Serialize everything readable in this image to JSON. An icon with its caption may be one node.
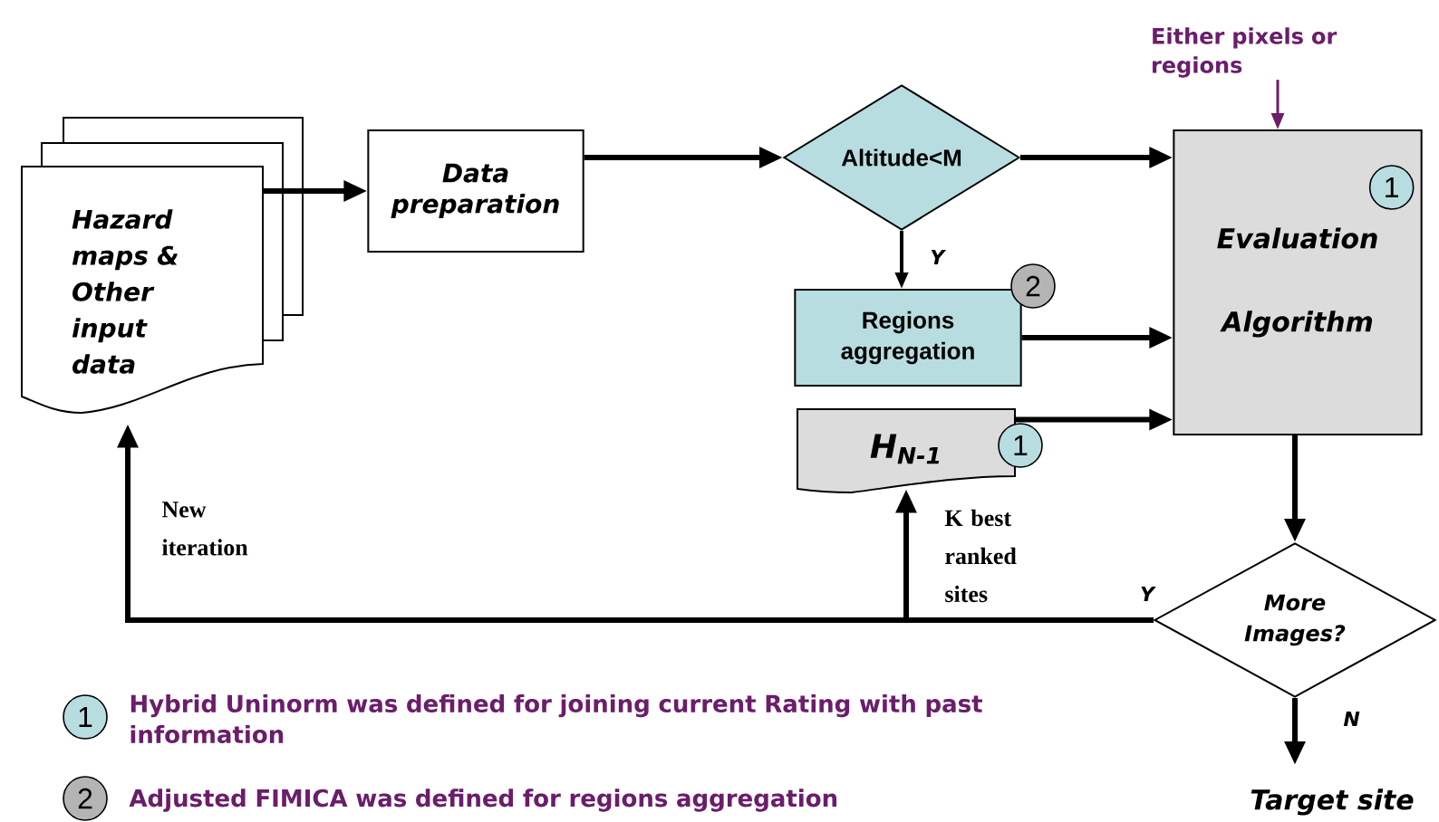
{
  "diagram": {
    "nodes": [
      {
        "text": [
          "Hazard maps & Other input data"
        ]
      },
      {
        "text": [
          "Data preparation"
        ]
      },
      {
        "text": [
          "Altitude<M"
        ]
      },
      {
        "text": [
          "Regions aggregation"
        ]
      },
      {
        "text": [
          "H$_{N-1}$"
        ]
      },
      {
        "text": [
          "Evaluation Algorithm"
        ]
      },
      {
        "text": [
          "More Images?"
        ]
      },
      {
        "text": [
          "Target site"
        ]
      },
      {
        "text": [
          "Either pixels or regions"
        ]
      },
      {
        "text": [
          "1"
        ],
        "in": 5
      },
      {
        "text": [
          "2"
        ]
      },
      {
        "text": [
          "1"
        ]
      },
      {
        "text": [
          "1"
        ],
        "beside": [
          "Hybrid Uninorm was defined for joining current Rating with past information"
        ]
      },
      {
        "text": [
          "2"
        ],
        "beside": [
          "Adjusted FIMICA was defined for regions aggregation"
        ]
      }
    ],
    "edges": [
      {
        "from": 0,
        "to": 1,
        "arrow": "to"
      },
      {
        "from": 1,
        "to": 2,
        "arrow": "to"
      },
      {
        "from": 2,
        "to": 5,
        "arrow": "to"
      },
      {
        "from": 2,
        "to": 3,
        "arrow": "to",
        "label": "Y"
      },
      {
        "from": 3,
        "to": 5,
        "arrow": "to"
      },
      {
        "from": 4,
        "to": 5,
        "arrow": "to"
      },
      {
        "from": 5,
        "to": 6,
        "arrow": "to"
      },
      {
        "from": 6,
        "to": 7,
        "arrow": "to",
        "label": "N"
      },
      {
        "from": 6,
        "to": 0,
        "arrow": "to",
        "label": "New iteration"
      },
      {
        "from": 6,
        "to": 4,
        "arrow": "to",
        "label": "K best ranked sites"
      },
      {
        "from": 8,
        "to": 5,
        "arrow": "to",
        "color": "#6b1d6b"
      }
    ],
    "labels": [
      "Y"
    ]
  }
}
